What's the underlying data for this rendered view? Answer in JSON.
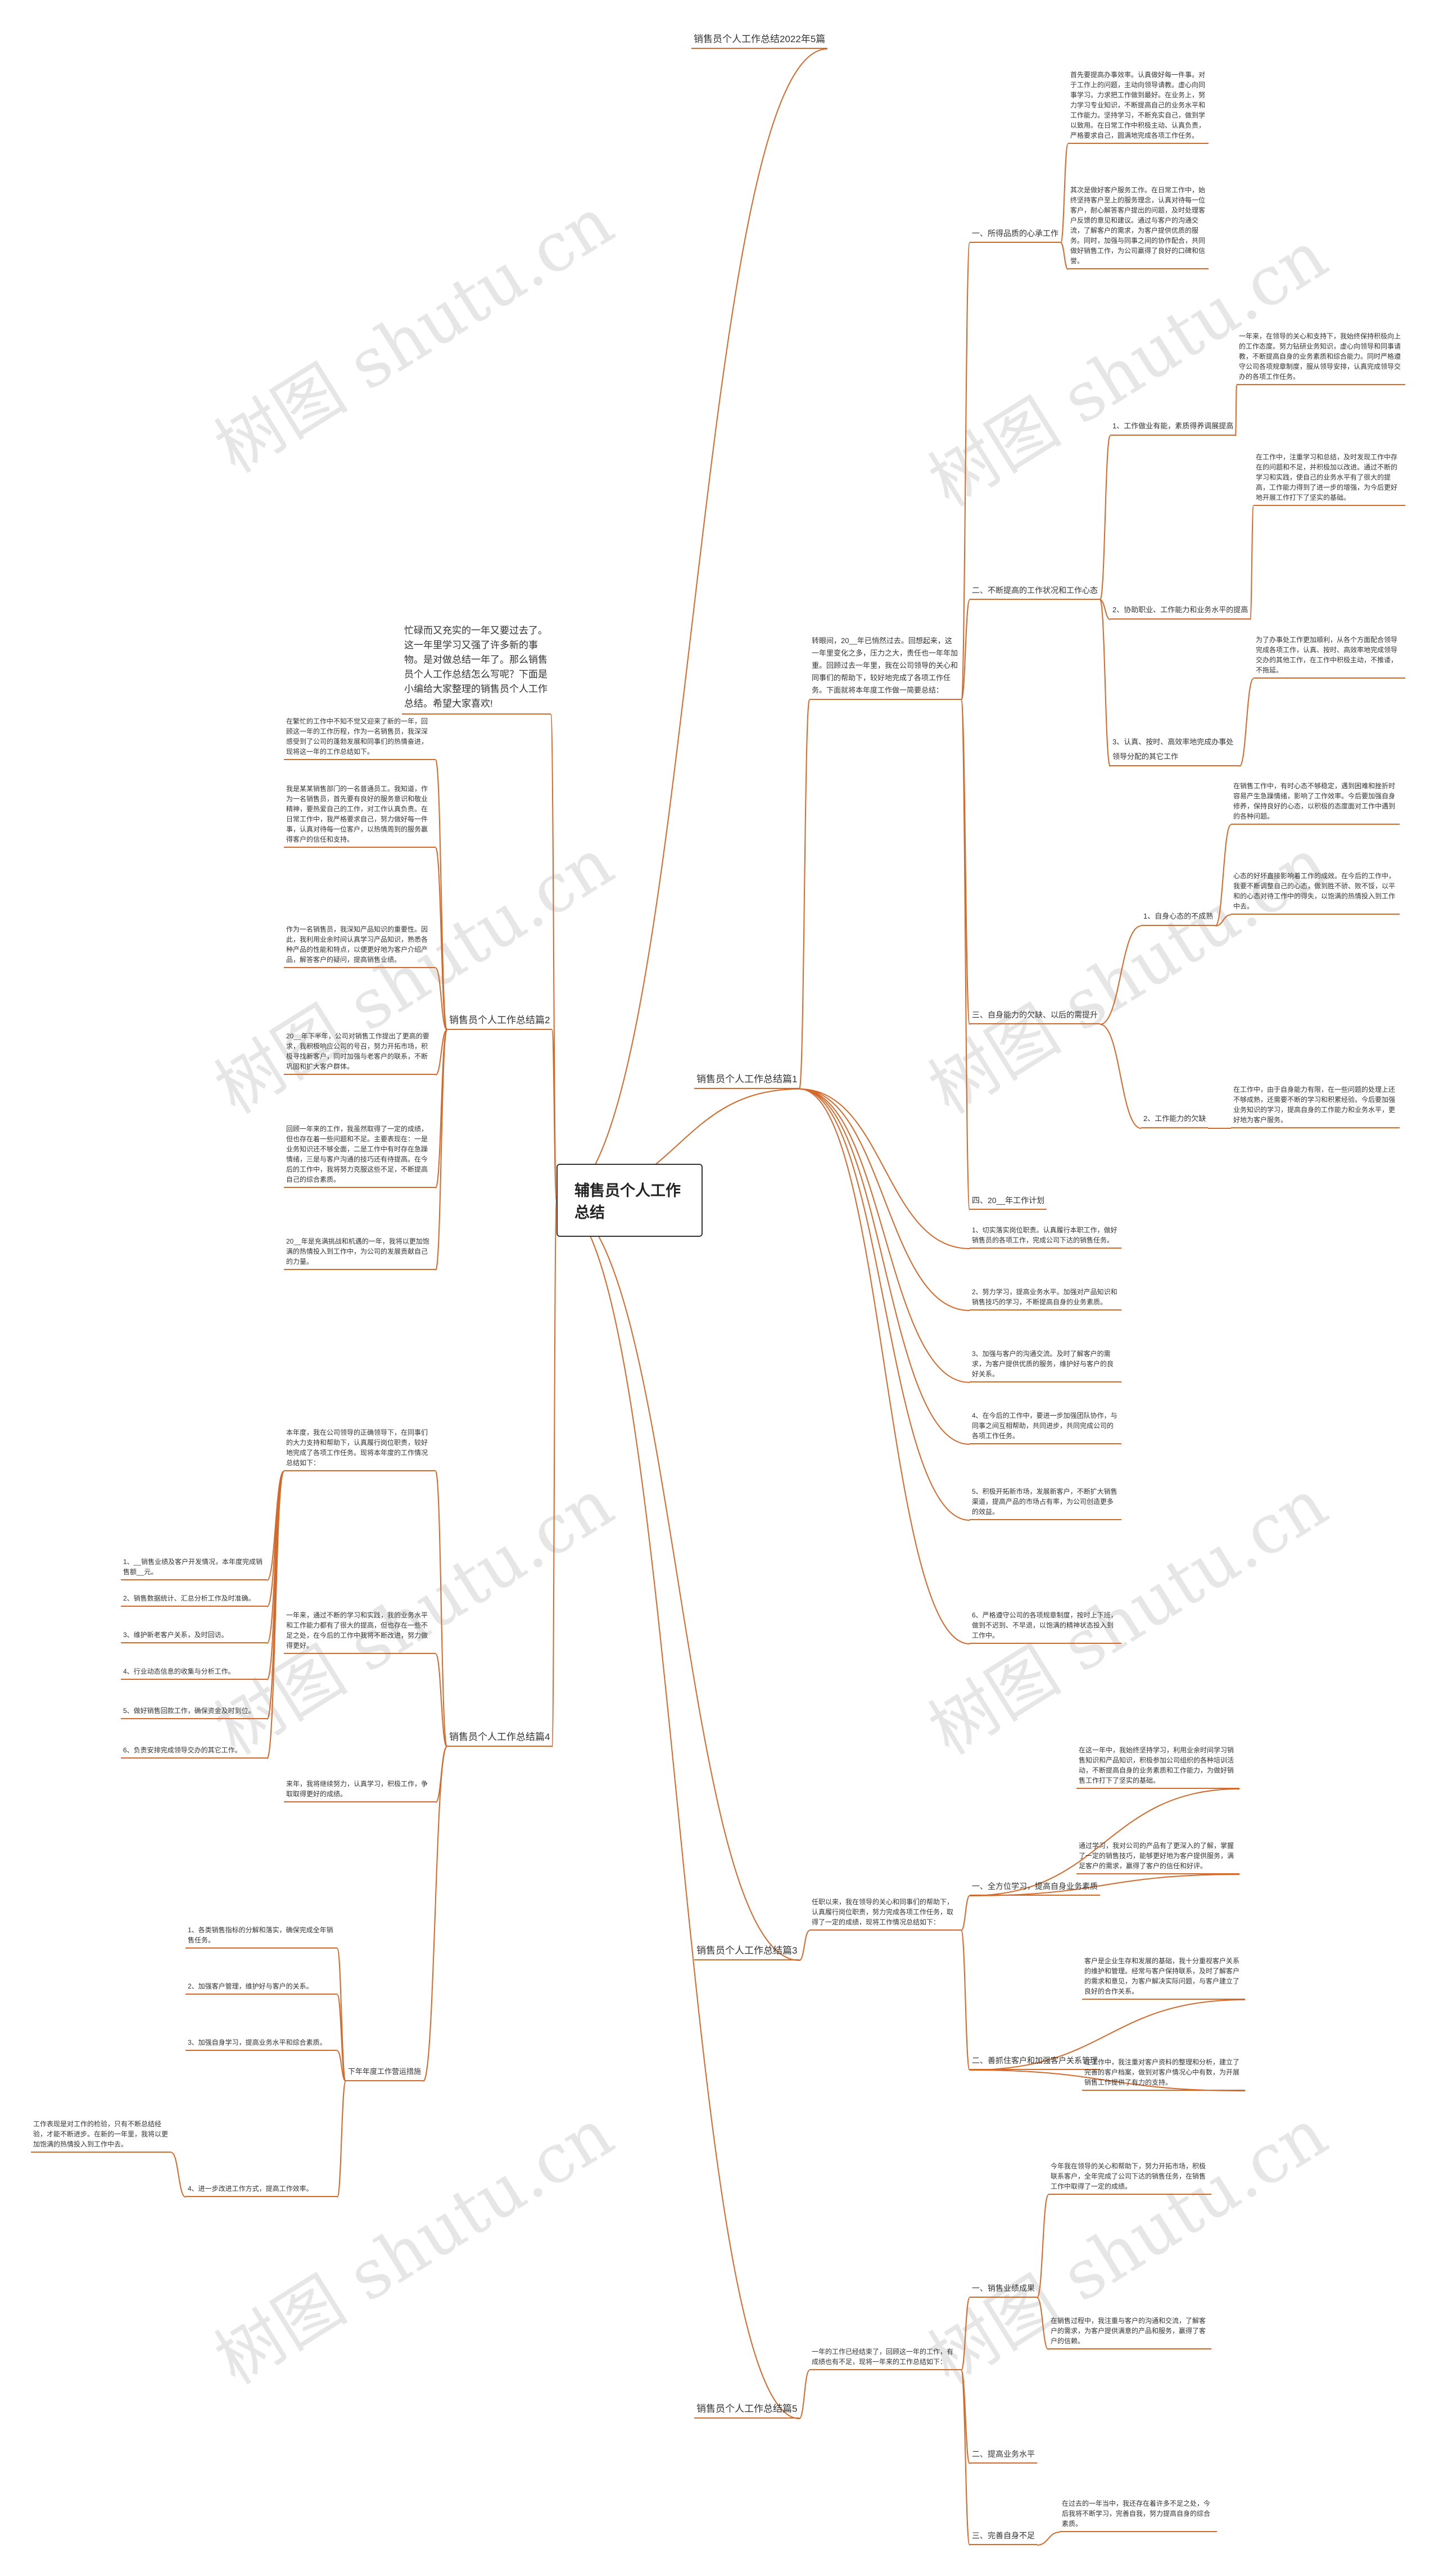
{
  "watermark": "树图 shutu.cn",
  "colors": {
    "edge": "#d36a2c",
    "text": "#333333"
  },
  "root": "辅售员个人工作总结",
  "intro": "忙碌而又充实的一年又要过去了。这一年里学习又强了许多新的事物。是对做总结一年了。那么销售员个人工作总结怎么写呢？下面是小编给大家整理的销售员个人工作总结。希望大家喜欢!",
  "top": {
    "b1": "销售员个人工作总结2022年5篇",
    "b2": "销售员个人工作总结篇1",
    "b3": "销售员个人工作总结篇2",
    "b4": "销售员个人工作总结篇3",
    "b5": "销售员个人工作总结篇4",
    "b6": "销售员个人工作总结篇5"
  },
  "p1": {
    "summary": "转眼间，20__年已悄然过去。回想起来，这一年里变化之多，压力之大，责任也一年年加重。回顾过去一年里，我在公司领导的关心和同事们的帮助下，较好地完成了各项工作任务。下面就将本年度工作做一简要总结：",
    "s1": "一、所得品质的心承工作",
    "s1_t1": "首先要提高办事效率。认真做好每一件事。对于工作上的问题，主动向领导请教。虚心向同事学习。力求把工作做到最好。在业务上，努力学习专业知识，不断提高自己的业务水平和工作能力。坚持学习，不断充实自己，做到学以致用。在日常工作中积极主动、认真负责，严格要求自己，圆满地完成各项工作任务。",
    "s1_t2": "其次是做好客户服务工作。在日常工作中，始终坚持客户至上的服务理念，认真对待每一位客户，耐心解答客户提出的问题，及时处理客户反馈的意见和建议。通过与客户的沟通交流，了解客户的需求，为客户提供优质的服务。同时，加强与同事之间的协作配合，共同做好销售工作，为公司赢得了良好的口碑和信誉。",
    "s2": "二、不断提高的工作状况和工作心态",
    "s2_1": "1、工作做业有能，素质得养调展提高",
    "s2_1_t": "一年来，在领导的关心和支持下，我始终保持积极向上的工作态度。努力钻研业务知识，虚心向领导和同事请教，不断提高自身的业务素质和综合能力。同时严格遵守公司各项规章制度，服从领导安排，认真完成领导交办的各项工作任务。",
    "s2_1_t2": "在工作中，注重学习和总结，及时发现工作中存在的问题和不足，并积极加以改进。通过不断的学习和实践，使自己的业务水平有了很大的提高，工作能力得到了进一步的增强，为今后更好地开展工作打下了坚实的基础。",
    "s2_2": "2、协助职业、工作能力和业务水平的提高",
    "s2_3": "3、认真、按时、高效率地完成办事处领导分配的其它工作",
    "s2_3_t": "为了办事处工作更加顺利，从各个方面配合领导完成各项工作，认真、按时、高效率地完成领导交办的其他工作，在工作中积极主动，不推诿，不拖延。",
    "s3": "三、自身能力的欠缺、以后的需提升",
    "s3_1": "1、自身心态的不成熟",
    "s3_1_t": "在销售工作中，有时心态不够稳定，遇到困难和挫折时容易产生急躁情绪，影响了工作效率。今后要加强自身修养，保持良好的心态，以积极的态度面对工作中遇到的各种问题。",
    "s3_1_t2": "心态的好坏直接影响着工作的成效。在今后的工作中，我要不断调整自己的心态，做到胜不骄、败不馁，以平和的心态对待工作中的得失，以饱满的热情投入到工作中去。",
    "s3_2": "2、工作能力的欠缺",
    "s3_2_t": "在工作中，由于自身能力有限，在一些问题的处理上还不够成熟，还需要不断的学习和积累经验。今后要加强业务知识的学习，提高自身的工作能力和业务水平，更好地为客户服务。",
    "s4": "四、20__年工作计划",
    "plan1": "1、切实落实岗位职责。认真履行本职工作，做好销售员的各项工作，完成公司下达的销售任务。",
    "plan2": "2、努力学习，提高业务水平。加强对产品知识和销售技巧的学习，不断提高自身的业务素质。",
    "plan3": "3、加强与客户的沟通交流。及时了解客户的需求，为客户提供优质的服务，维护好与客户的良好关系。",
    "plan4": "4、在今后的工作中，要进一步加强团队协作，与同事之间互相帮助，共同进步，共同完成公司的各项工作任务。",
    "plan5": "5、积极开拓新市场，发展新客户，不断扩大销售渠道，提高产品的市场占有率，为公司创造更多的效益。",
    "plan6": "6、严格遵守公司的各项规章制度，按时上下班，做到不迟到、不早退，以饱满的精神状态投入到工作中。"
  },
  "p2": {
    "t1": "在繁忙的工作中不知不觉又迎来了新的一年，回顾这一年的工作历程，作为一名销售员，我深深感受到了公司的蓬勃发展和同事们的热情奋进，现将这一年的工作总结如下。",
    "t2": "我是某某销售部门的一名普通员工。我知道，作为一名销售员，首先要有良好的服务意识和敬业精神，要热爱自己的工作，对工作认真负责。在日常工作中，我严格要求自己，努力做好每一件事，认真对待每一位客户，以热情周到的服务赢得客户的信任和支持。",
    "t3": "作为一名销售员，我深知产品知识的重要性。因此，我利用业余时间认真学习产品知识，熟悉各种产品的性能和特点，以便更好地为客户介绍产品，解答客户的疑问，提高销售业绩。",
    "t4": "20__年下半年，公司对销售工作提出了更高的要求，我积极响应公司的号召，努力开拓市场，积极寻找新客户，同时加强与老客户的联系，不断巩固和扩大客户群体。",
    "t5": "回顾一年来的工作，我虽然取得了一定的成绩，但也存在着一些问题和不足。主要表现在：一是业务知识还不够全面，二是工作中有时存在急躁情绪，三是与客户沟通的技巧还有待提高。在今后的工作中，我将努力克服这些不足，不断提高自己的综合素质。",
    "t6": "20__年是充满挑战和机遇的一年，我将以更加饱满的热情投入到工作中，为公司的发展贡献自己的力量。"
  },
  "p3": {
    "summary": "任职以来，我在领导的关心和同事们的帮助下，认真履行岗位职责，努力完成各项工作任务，取得了一定的成绩，现将工作情况总结如下：",
    "s1": "一、全方位学习，提高自身业务素质",
    "s1_t1": "在这一年中，我始终坚持学习，利用业余时间学习销售知识和产品知识，积极参加公司组织的各种培训活动，不断提高自身的业务素质和工作能力，为做好销售工作打下了坚实的基础。",
    "s1_t2": "通过学习，我对公司的产品有了更深入的了解，掌握了一定的销售技巧，能够更好地为客户提供服务，满足客户的需求，赢得了客户的信任和好评。",
    "s2": "二、善抓住客户和加强客户关系管理",
    "s2_t1": "客户是企业生存和发展的基础，我十分重视客户关系的维护和管理。经常与客户保持联系，及时了解客户的需求和意见，为客户解决实际问题，与客户建立了良好的合作关系。",
    "s2_t2": "在工作中，我注重对客户资料的整理和分析，建立了完善的客户档案，做到对客户情况心中有数，为开展销售工作提供了有力的支持。"
  },
  "p4": {
    "t1": "本年度，我在公司领导的正确领导下，在同事们的大力支持和帮助下，认真履行岗位职责，较好地完成了各项工作任务。现将本年度的工作情况总结如下：",
    "list": [
      "1、__销售业绩及客户开发情况，本年度完成销售额__元。",
      "2、销售数据统计、汇总分析工作及时准确。",
      "3、维护新老客户关系，及时回访。",
      "4、行业动态信息的收集与分析工作。",
      "5、做好销售回款工作，确保资金及时到位。",
      "6、负责安排完成领导交办的其它工作。"
    ],
    "t2": "一年来，通过不断的学习和实践，我的业务水平和工作能力都有了很大的提高，但也存在一些不足之处，在今后的工作中我将不断改进，努力做得更好。",
    "t3": "来年，我将继续努力，认真学习，积极工作，争取取得更好的成绩。",
    "sub": "下年年度工作营运措施",
    "plan": [
      "1、各类销售指标的分解和落实，确保完成全年销售任务。",
      "2、加强客户管理，维护好与客户的关系。",
      "3、加强自身学习，提高业务水平和综合素质。",
      "4、进一步改进工作方式，提高工作效率。"
    ],
    "plan_t": "工作表现是对工作的检验，只有不断总结经验，才能不断进步。在新的一年里，我将以更加饱满的热情投入到工作中去。"
  },
  "p5": {
    "summary": "一年的工作已经结束了，回顾这一年的工作，有成绩也有不足，现将一年来的工作总结如下：",
    "s1": "一、销售业绩成果",
    "s1_t1": "今年我在领导的关心和帮助下，努力开拓市场，积极联系客户，全年完成了公司下达的销售任务，在销售工作中取得了一定的成绩。",
    "s1_t2": "在销售过程中，我注重与客户的沟通和交流，了解客户的需求，为客户提供满意的产品和服务，赢得了客户的信赖。",
    "s2": "二、提高业务水平",
    "s3": "三、完善自身不足",
    "s3_t": "在过去的一年当中，我还存在着许多不足之处，今后我将不断学习，完善自我，努力提高自身的综合素质。"
  }
}
